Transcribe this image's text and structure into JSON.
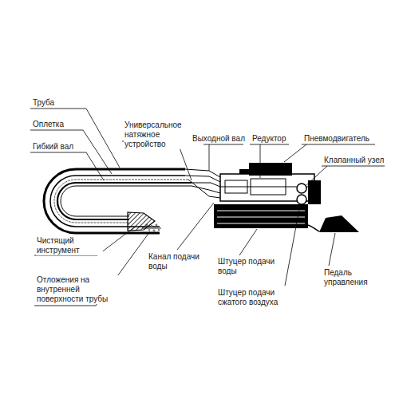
{
  "diagram": {
    "labels": [
      "Труба",
      "Оплетка",
      "Гибкий вал",
      "Универсальное натяжное устройство",
      "Выходной вал",
      "Редуктор",
      "Пневмодвигатель",
      "Клапанный узел",
      "Чистящий инструмент",
      "Отложения на внутренней поверхности трубы",
      "Канал подачи воды",
      "Штуцер подачи воды",
      "Штуцер подачи сжатого воздуха",
      "Педаль управления"
    ]
  }
}
